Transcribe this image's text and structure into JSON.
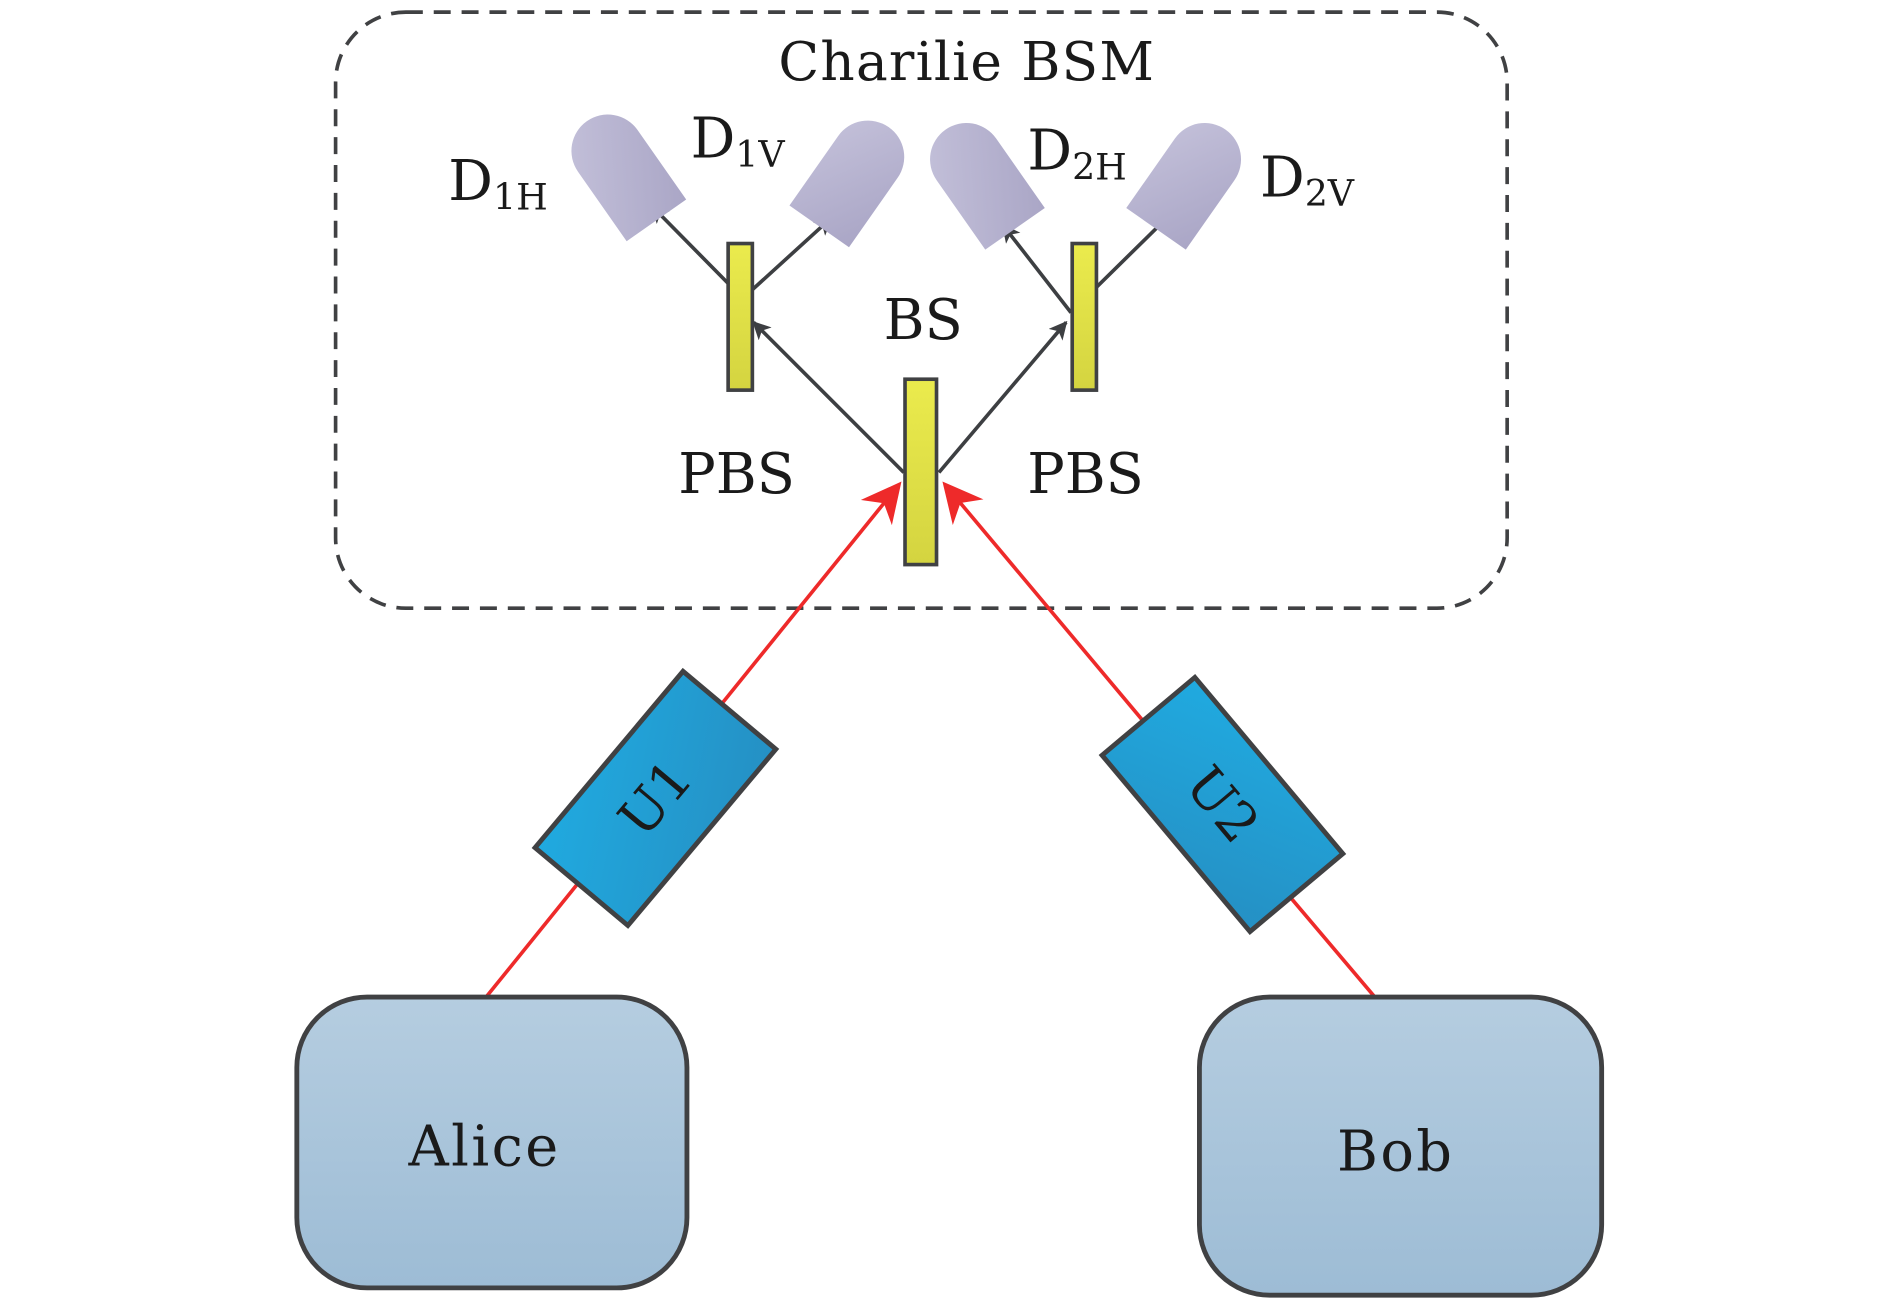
{
  "diagram": {
    "group_title": "Charilie BSM",
    "beam_splitter": {
      "label": "BS"
    },
    "polarizing_beam_splitters": [
      {
        "id": "pbs-left",
        "label": "PBS"
      },
      {
        "id": "pbs-right",
        "label": "PBS"
      }
    ],
    "detectors": [
      {
        "id": "d1h",
        "base": "D",
        "subscript": "1H"
      },
      {
        "id": "d1v",
        "base": "D",
        "subscript": "1V"
      },
      {
        "id": "d2h",
        "base": "D",
        "subscript": "2H"
      },
      {
        "id": "d2v",
        "base": "D",
        "subscript": "2V"
      }
    ],
    "unitaries": [
      {
        "id": "u1",
        "label": "U1"
      },
      {
        "id": "u2",
        "label": "U2"
      }
    ],
    "parties": [
      {
        "id": "alice",
        "label": "Alice"
      },
      {
        "id": "bob",
        "label": "Bob"
      }
    ],
    "edges": [
      {
        "from": "alice",
        "to": "u1",
        "color": "red"
      },
      {
        "from": "u1",
        "to": "bs",
        "color": "red"
      },
      {
        "from": "bob",
        "to": "u2",
        "color": "red"
      },
      {
        "from": "u2",
        "to": "bs",
        "color": "red"
      },
      {
        "from": "bs",
        "to": "pbs-left",
        "color": "dark-gray"
      },
      {
        "from": "bs",
        "to": "pbs-right",
        "color": "dark-gray"
      },
      {
        "from": "pbs-left",
        "to": "d1h",
        "color": "dark-gray"
      },
      {
        "from": "pbs-left",
        "to": "d1v",
        "color": "dark-gray"
      },
      {
        "from": "pbs-right",
        "to": "d2h",
        "color": "dark-gray"
      },
      {
        "from": "pbs-right",
        "to": "d2v",
        "color": "dark-gray"
      }
    ],
    "colors": {
      "photon_path": "#ee2a2a",
      "optical_path": "#3d3f42",
      "splitter_fill": "#e3e34a",
      "detector_fill": "#b8b5d0",
      "unitary_fill": "#22a2d8",
      "party_fill": "#a9c4da",
      "outline": "#404143"
    }
  }
}
